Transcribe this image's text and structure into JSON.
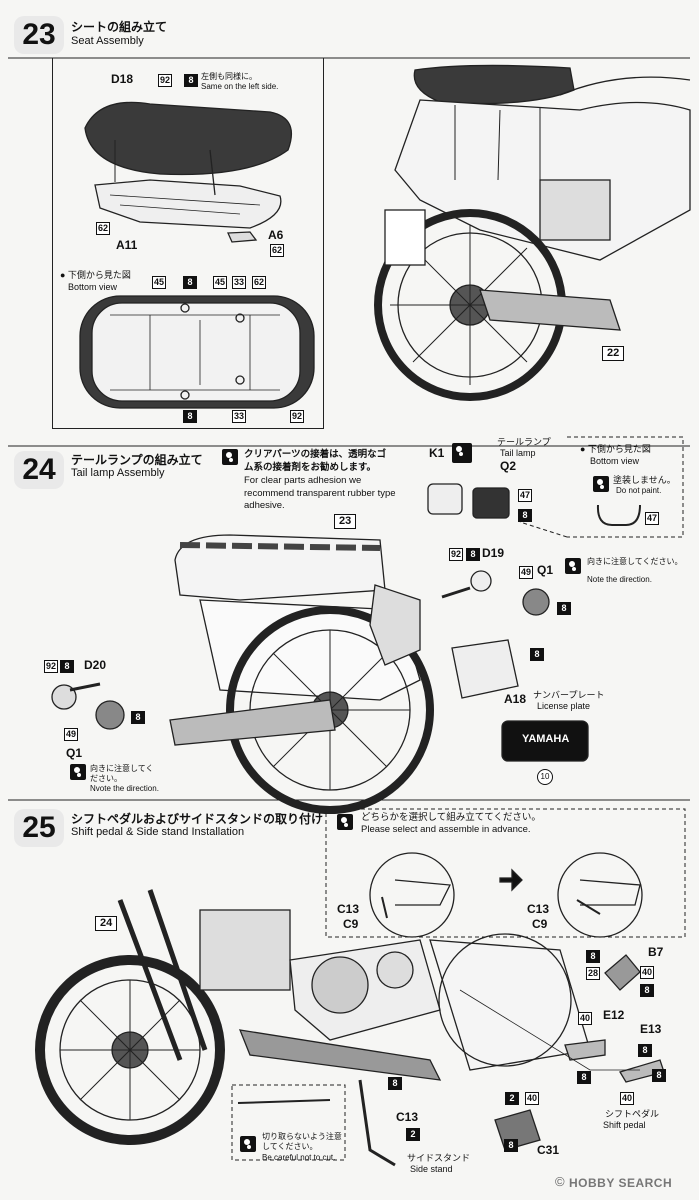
{
  "step23": {
    "number": "23",
    "title_jp": "シートの組み立て",
    "title_en": "Seat Assembly",
    "tag_92": "92",
    "tag_8": "8",
    "note_jp": "左側も同様に。",
    "note_en": "Same on the left side.",
    "part_d18": "D18",
    "part_a11": "A11",
    "part_a6": "A6",
    "tag_62a": "62",
    "tag_62b": "62",
    "bottom_jp": "● 下側から見た図",
    "bottom_en": "Bottom view",
    "bv_45a": "45",
    "bv_8a": "8",
    "bv_45b": "45",
    "bv_33a": "33",
    "bv_62": "62",
    "bv_8b": "8",
    "bv_33b": "33",
    "bv_92": "92",
    "ref_22": "22"
  },
  "step24": {
    "number": "24",
    "title_jp": "テールランプの組み立て",
    "title_en": "Tail lamp Assembly",
    "note_jp": "クリアパーツの接着は、透明なゴム系の接着剤をお勧めします。",
    "note_en": "For clear parts adhesion we recommend transparent rubber type adhesive.",
    "ref_23": "23",
    "part_k1": "K1",
    "taillamp_jp": "テールランプ",
    "taillamp_en": "Tail lamp",
    "part_q2": "Q2",
    "tag_47a": "47",
    "tag_8a": "8",
    "bottom_jp": "● 下側から見た図",
    "bottom_en": "Bottom view",
    "nopaint_jp": "塗装しません。",
    "nopaint_en": "Do not paint.",
    "tag_47b": "47",
    "tag_92a": "92",
    "tag_8b": "8",
    "part_d19": "D19",
    "tag_49a": "49",
    "part_q1a": "Q1",
    "tag_8c": "8",
    "dir_jp": "向きに注意してください。",
    "dir_en": "Note the direction.",
    "tag_8d": "8",
    "part_a18": "A18",
    "plate_jp": "ナンバープレート",
    "plate_en": "License plate",
    "plate_text": "YAMAHA",
    "decal_10": "10",
    "tag_92b": "92",
    "tag_8e": "8",
    "part_d20": "D20",
    "tag_49b": "49",
    "tag_8f": "8",
    "part_q1b": "Q1",
    "dir2_jp": "向きに注意してください。",
    "dir2_en": "Nvote the direction."
  },
  "step25": {
    "number": "25",
    "title_jp": "シフトペダルおよびサイドスタンドの取り付け",
    "title_en": "Shift pedal & Side stand Installation",
    "select_jp": "どちらかを選択して組み立ててください。",
    "select_en": "Please select and assemble in advance.",
    "opt_c13a": "C13",
    "opt_c9a": "C9",
    "opt_c13b": "C13",
    "opt_c9b": "C9",
    "ref_24": "24",
    "tag_8a": "8",
    "part_b7": "B7",
    "tag_28": "28",
    "tag_40a": "40",
    "tag_8b": "8",
    "tag_40b": "40",
    "part_e12": "E12",
    "part_e13": "E13",
    "tag_8c": "8",
    "tag_8d": "8",
    "tag_40c": "40",
    "tag_8e": "8",
    "shift_jp": "シフトペダル",
    "shift_en": "Shift pedal",
    "tag_8f": "8",
    "part_c13": "C13",
    "tag_2a": "2",
    "cut_jp": "切り取らないよう注意してください。",
    "cut_en": "Be careful not to cut.",
    "stand_jp": "サイドスタンド",
    "stand_en": "Side stand",
    "tag_2b": "2",
    "tag_40d": "40",
    "tag_8g": "8",
    "part_c31": "C31"
  },
  "watermark": "HOBBY SEARCH",
  "watermark_copy": "©"
}
